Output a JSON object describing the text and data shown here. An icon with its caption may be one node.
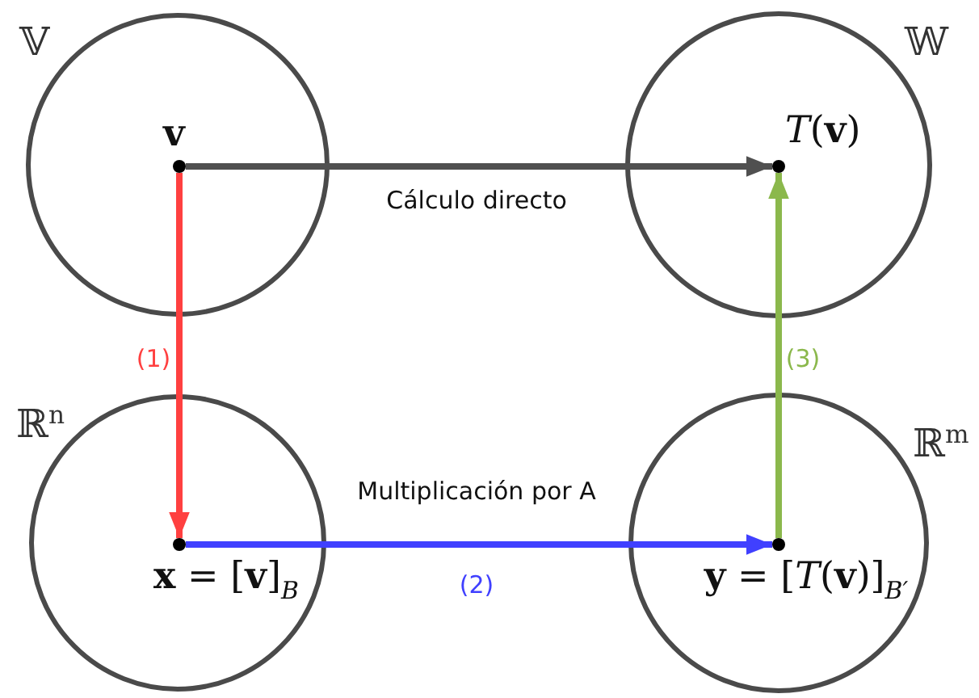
{
  "diagram": {
    "nodes": [
      {
        "text": [],
        "shape": "circle",
        "beside": [
          "𝕍"
        ]
      },
      {
        "text": [
          "v"
        ],
        "in": 0
      },
      {
        "text": [],
        "shape": "circle",
        "beside": [
          "𝕎"
        ]
      },
      {
        "text": [
          "*T*(**v**)"
        ],
        "in": 2
      },
      {
        "text": [],
        "shape": "circle",
        "beside": [
          "ℝ$^{n}$"
        ]
      },
      {
        "text": [
          "**x** = [**v**]$_{B}$"
        ],
        "in": 4
      },
      {
        "text": [],
        "shape": "circle",
        "beside": [
          "ℝ$^{m}$"
        ]
      },
      {
        "text": [
          "**y** = [*T*(**v**)]$_{B′}$"
        ],
        "in": 6
      }
    ],
    "edges": [
      {
        "from": 1,
        "to": 3,
        "arrow": "to",
        "label": "Cálculo directo",
        "color": "#505050"
      },
      {
        "from": 1,
        "to": 5,
        "arrow": "to",
        "label": "(1)",
        "color": "#ff4040"
      },
      {
        "from": 5,
        "to": 7,
        "arrow": "to",
        "label": "Multiplicación por A",
        "color": "#4040ff"
      },
      {
        "from": 7,
        "to": 3,
        "arrow": "to",
        "label": "(3)",
        "color": "#8bb84c"
      }
    ],
    "labels": [
      "(2)"
    ]
  }
}
